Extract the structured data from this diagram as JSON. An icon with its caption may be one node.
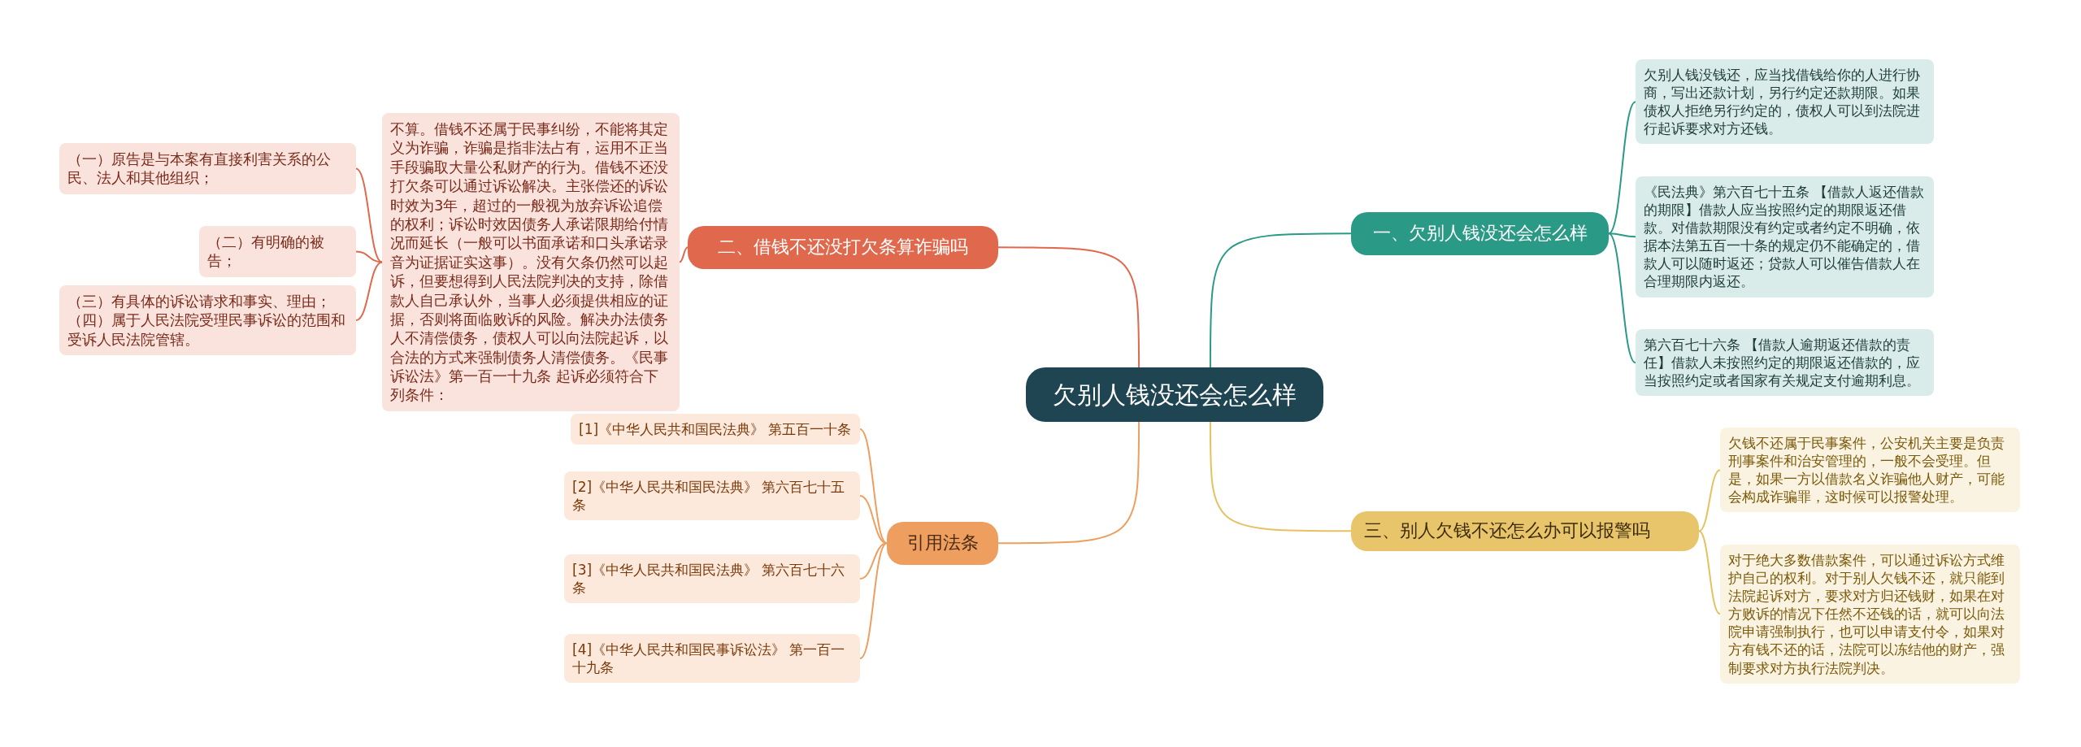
{
  "diagram": {
    "nodes": [
      {
        "text": [
          "欠别人钱没还会怎么样"
        ]
      },
      {
        "text": [
          "二、借钱不还没打欠条算诈骗吗"
        ]
      },
      {
        "text": [
          "不算。借钱不还属于民事纠纷，不能将其定义为诈骗，诈骗是指非法占有，运用不正当手段骗取大量公私财产的行为。借钱不还没打欠条可以通过诉讼解决。主张偿还的诉讼时效为3年，超过的一般视为放弃诉讼追偿的权利；诉讼时效因债务人承诺限期给付情况而延长（一般可以书面承诺和口头承诺录音为证据证实这事）。没有欠条仍然可以起诉，但要想得到人民法院判决的支持，除借款人自己承认外，当事人必须提供相应的证据，否则将面临败诉的风险。解决办法债务人不清偿债务，债权人可以向法院起诉，以合法的方式来强制债务人清偿债务。《民事诉讼法》第一百一十九条 起诉必须符合下列条件："
        ]
      },
      {
        "text": [
          "（一）原告是与本案有直接利害关系的公民、法人和其他组织；"
        ]
      },
      {
        "text": [
          "（二）有明确的被告；"
        ]
      },
      {
        "text": [
          "（三）有具体的诉讼请求和事实、理由；（四）属于人民法院受理民事诉讼的范围和受诉人民法院管辖。"
        ]
      },
      {
        "text": [
          "引用法条"
        ]
      },
      {
        "text": [
          "[1]《中华人民共和国民法典》 第五百一十条"
        ]
      },
      {
        "text": [
          "[2]《中华人民共和国民法典》 第六百七十五条"
        ]
      },
      {
        "text": [
          "[3]《中华人民共和国民法典》 第六百七十六条"
        ]
      },
      {
        "text": [
          "[4]《中华人民共和国民事诉讼法》 第一百一十九条"
        ]
      },
      {
        "text": [
          "一、欠别人钱没还会怎么样"
        ]
      },
      {
        "text": [
          "欠别人钱没钱还，应当找借钱给你的人进行协商，写出还款计划，另行约定还款期限。如果债权人拒绝另行约定的，债权人可以到法院进行起诉要求对方还钱。"
        ]
      },
      {
        "text": [
          "《民法典》第六百七十五条 【借款人返还借款的期限】借款人应当按照约定的期限返还借款。对借款期限没有约定或者约定不明确，依据本法第五百一十条的规定仍不能确定的，借款人可以随时返还；贷款人可以催告借款人在合理期限内返还。"
        ]
      },
      {
        "text": [
          "第六百七十六条 【借款人逾期返还借款的责任】借款人未按照约定的期限返还借款的，应当按照约定或者国家有关规定支付逾期利息。"
        ]
      },
      {
        "text": [
          "三、别人欠钱不还怎么办可以报警吗"
        ]
      },
      {
        "text": [
          "欠钱不还属于民事案件，公安机关主要是负责刑事案件和治安管理的，一般不会受理。但是，如果一方以借款名义诈骗他人财产，可能会构成诈骗罪，这时候可以报警处理。"
        ]
      },
      {
        "text": [
          "对于绝大多数借款案件，可以通过诉讼方式维护自己的权利。对于别人欠钱不还，就只能到法院起诉对方，要求对方归还钱财，如果在对方败诉的情况下任然不还钱的话，就可以向法院申请强制执行，也可以申请支付令，如果对方有钱不还的话，法院可以冻结他的财产，强制要求对方执行法院判决。"
        ]
      }
    ],
    "edges": [
      {
        "from": 0,
        "to": 1,
        "arrow": "none",
        "color": "#e0694d"
      },
      {
        "from": 1,
        "to": 2,
        "arrow": "none",
        "color": "#e0694d"
      },
      {
        "from": 2,
        "to": 3,
        "arrow": "none",
        "color": "#e0694d"
      },
      {
        "from": 2,
        "to": 4,
        "arrow": "none",
        "color": "#e0694d"
      },
      {
        "from": 2,
        "to": 5,
        "arrow": "none",
        "color": "#e0694d"
      },
      {
        "from": 0,
        "to": 6,
        "arrow": "none",
        "color": "#ee9f5f"
      },
      {
        "from": 6,
        "to": 7,
        "arrow": "none",
        "color": "#ee9f5f"
      },
      {
        "from": 6,
        "to": 8,
        "arrow": "none",
        "color": "#ee9f5f"
      },
      {
        "from": 6,
        "to": 9,
        "arrow": "none",
        "color": "#ee9f5f"
      },
      {
        "from": 6,
        "to": 10,
        "arrow": "none",
        "color": "#ee9f5f"
      },
      {
        "from": 0,
        "to": 11,
        "arrow": "none",
        "color": "#2a9a86"
      },
      {
        "from": 11,
        "to": 12,
        "arrow": "none",
        "color": "#2a9a86"
      },
      {
        "from": 11,
        "to": 13,
        "arrow": "none",
        "color": "#2a9a86"
      },
      {
        "from": 11,
        "to": 14,
        "arrow": "none",
        "color": "#2a9a86"
      },
      {
        "from": 0,
        "to": 15,
        "arrow": "none",
        "color": "#e5c160"
      },
      {
        "from": 15,
        "to": 16,
        "arrow": "none",
        "color": "#e5c160"
      },
      {
        "from": 15,
        "to": 17,
        "arrow": "none",
        "color": "#e5c160"
      }
    ]
  }
}
